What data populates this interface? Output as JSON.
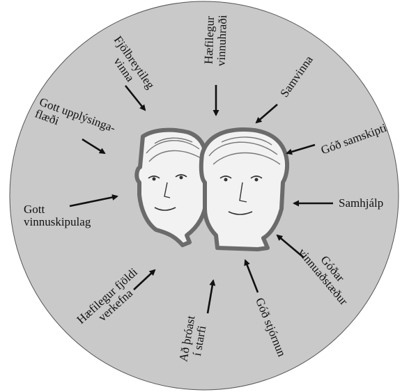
{
  "colors": {
    "disc": "#c9c9c9",
    "ink": "#111111",
    "face_outline": "#6b6b6b",
    "face_fill": "#f2f2f2"
  },
  "factors": [
    {
      "id": "fjolbreytileg-vinna",
      "lines": [
        "Fjölbreytileg",
        "vinna"
      ]
    },
    {
      "id": "haefilegur-vinnuhradi",
      "lines": [
        "Hæfilegur",
        "vinnuhraði"
      ]
    },
    {
      "id": "samvinna",
      "lines": [
        "Samvinna"
      ]
    },
    {
      "id": "god-samskipti",
      "lines": [
        "Góð samskipti"
      ]
    },
    {
      "id": "samhjalp",
      "lines": [
        "Samhjálp"
      ]
    },
    {
      "id": "godar-vinnuadstaedur",
      "lines": [
        "Góðar",
        "vinnuaðstæður"
      ]
    },
    {
      "id": "god-stjornun",
      "lines": [
        "Góð stjórnun"
      ]
    },
    {
      "id": "ad-throast-i-starfi",
      "lines": [
        "Að þróast",
        "í starfi"
      ]
    },
    {
      "id": "haefilegur-fjoldi-verkefna",
      "lines": [
        "Hæfilegur fjöldi",
        "verkefna"
      ]
    },
    {
      "id": "gott-vinnuskipulag",
      "lines": [
        "Gott",
        "vinnuskipulag"
      ]
    },
    {
      "id": "gott-upplysingaflaedi",
      "lines": [
        "Gott upplýsinga-",
        "flæði"
      ]
    }
  ],
  "icons": {
    "center": "two-faces-icon"
  }
}
